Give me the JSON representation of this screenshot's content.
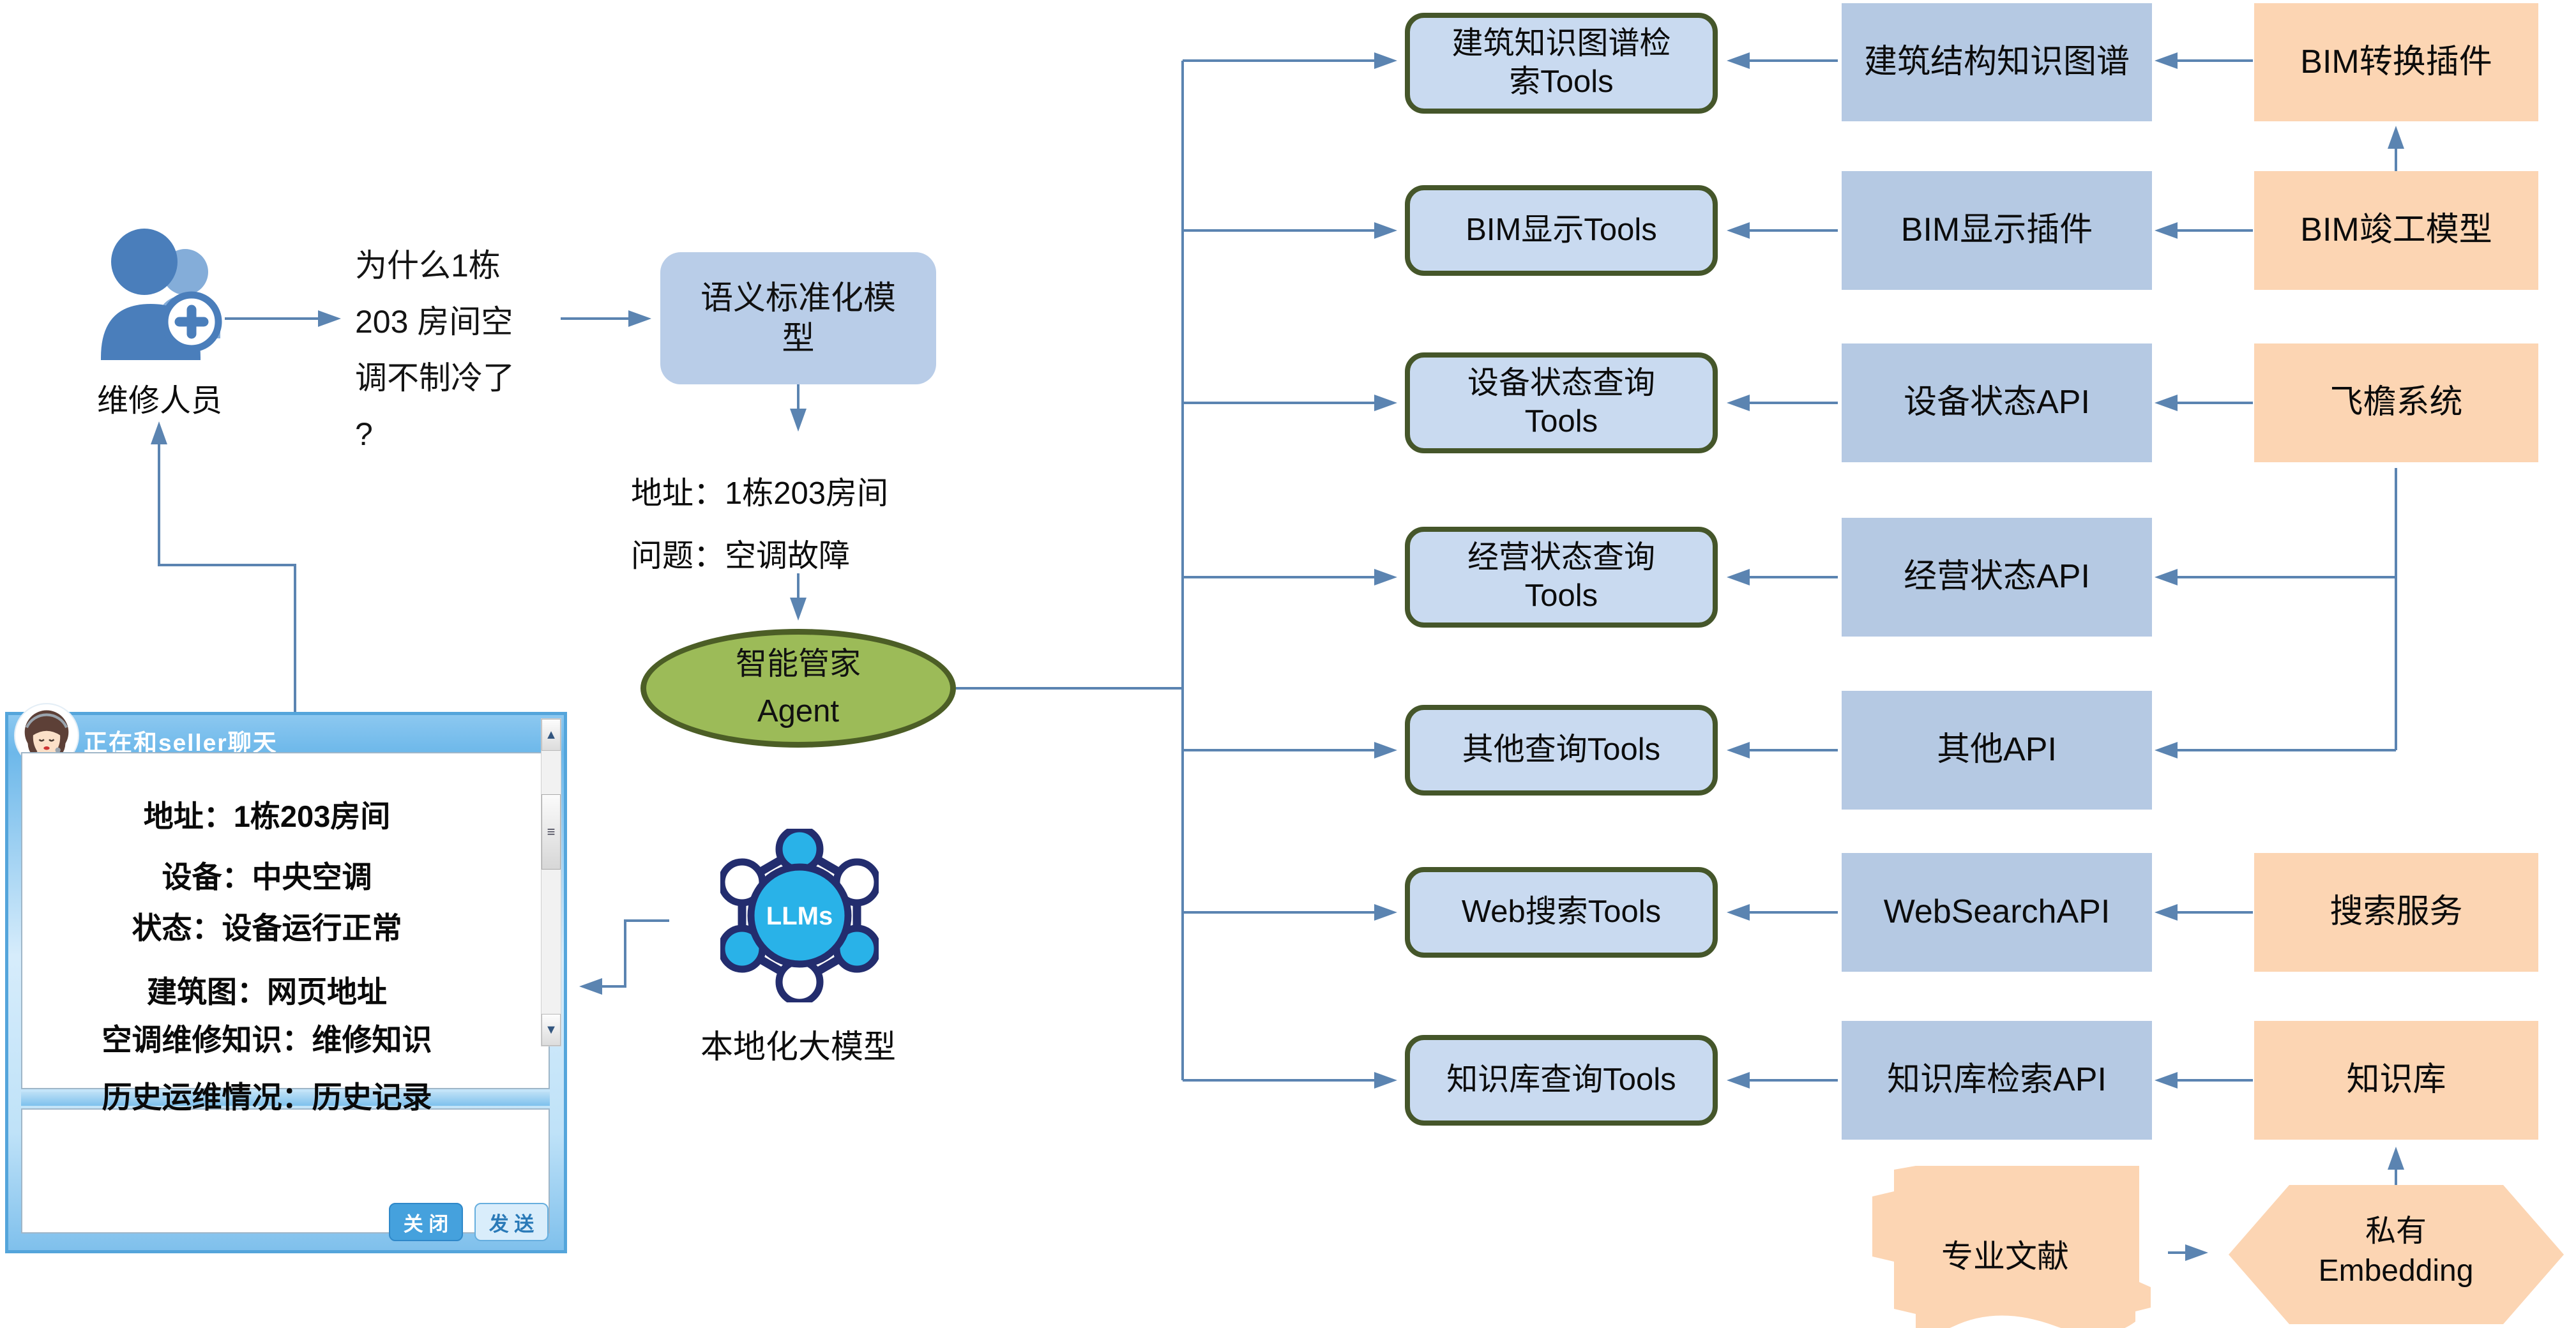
{
  "left_flow": {
    "user_label": "维修人员",
    "question_lines": [
      "为什么1栋",
      "203 房间空",
      "调不制冷了",
      "?"
    ],
    "semantic_model_label": "语义标准化模型",
    "extracted_address": "地址：1栋203房间",
    "extracted_issue": "问题：空调故障",
    "agent_title": "智能管家",
    "agent_subtitle": "Agent",
    "llm_icon_label": "LLMs",
    "llm_label": "本地化大模型"
  },
  "chat_window": {
    "title": "正在和seller聊天",
    "messages": [
      "地址：1栋203房间",
      "设备：中央空调",
      "状态：设备运行正常",
      "建筑图：网页地址",
      "空调维修知识：维修知识",
      "历史运维情况：历史记录"
    ],
    "close_button": "关 闭",
    "send_button": "发 送"
  },
  "pipeline": {
    "rows": [
      {
        "tool": "建筑知识图谱检索Tools",
        "api": "建筑结构知识图谱",
        "source": "BIM转换插件"
      },
      {
        "tool": "BIM显示Tools",
        "api": "BIM显示插件",
        "source": "BIM竣工模型"
      },
      {
        "tool": "设备状态查询Tools",
        "api": "设备状态API",
        "source": "飞檐系统"
      },
      {
        "tool": "经营状态查询Tools",
        "api": "经营状态API"
      },
      {
        "tool": "其他查询Tools",
        "api": "其他API"
      },
      {
        "tool": "Web搜索Tools",
        "api": "WebSearchAPI",
        "source": "搜索服务"
      },
      {
        "tool": "知识库查询Tools",
        "api": "知识库检索API",
        "source": "知识库"
      }
    ],
    "documents_label": "专业文献",
    "embedding_label": "私有 Embedding"
  },
  "colors": {
    "line": "#5b84b1",
    "tool_fill": "#c9daf0",
    "tool_border": "#45562a",
    "api_fill": "#b5c9e3",
    "source_fill": "#fcd5b3",
    "agent_fill": "#9cbb58",
    "agent_border": "#4c5e26",
    "semantic_fill": "#b9cde8",
    "person_blue": "#4a7ebb",
    "icon_cyan": "#29b2e8",
    "icon_navy": "#232d6e",
    "chat_frame": "#54a5db",
    "close_button_bg": "#45a1dd",
    "send_button_bg": "#d9edfb",
    "send_button_text": "#2a7ab8"
  }
}
